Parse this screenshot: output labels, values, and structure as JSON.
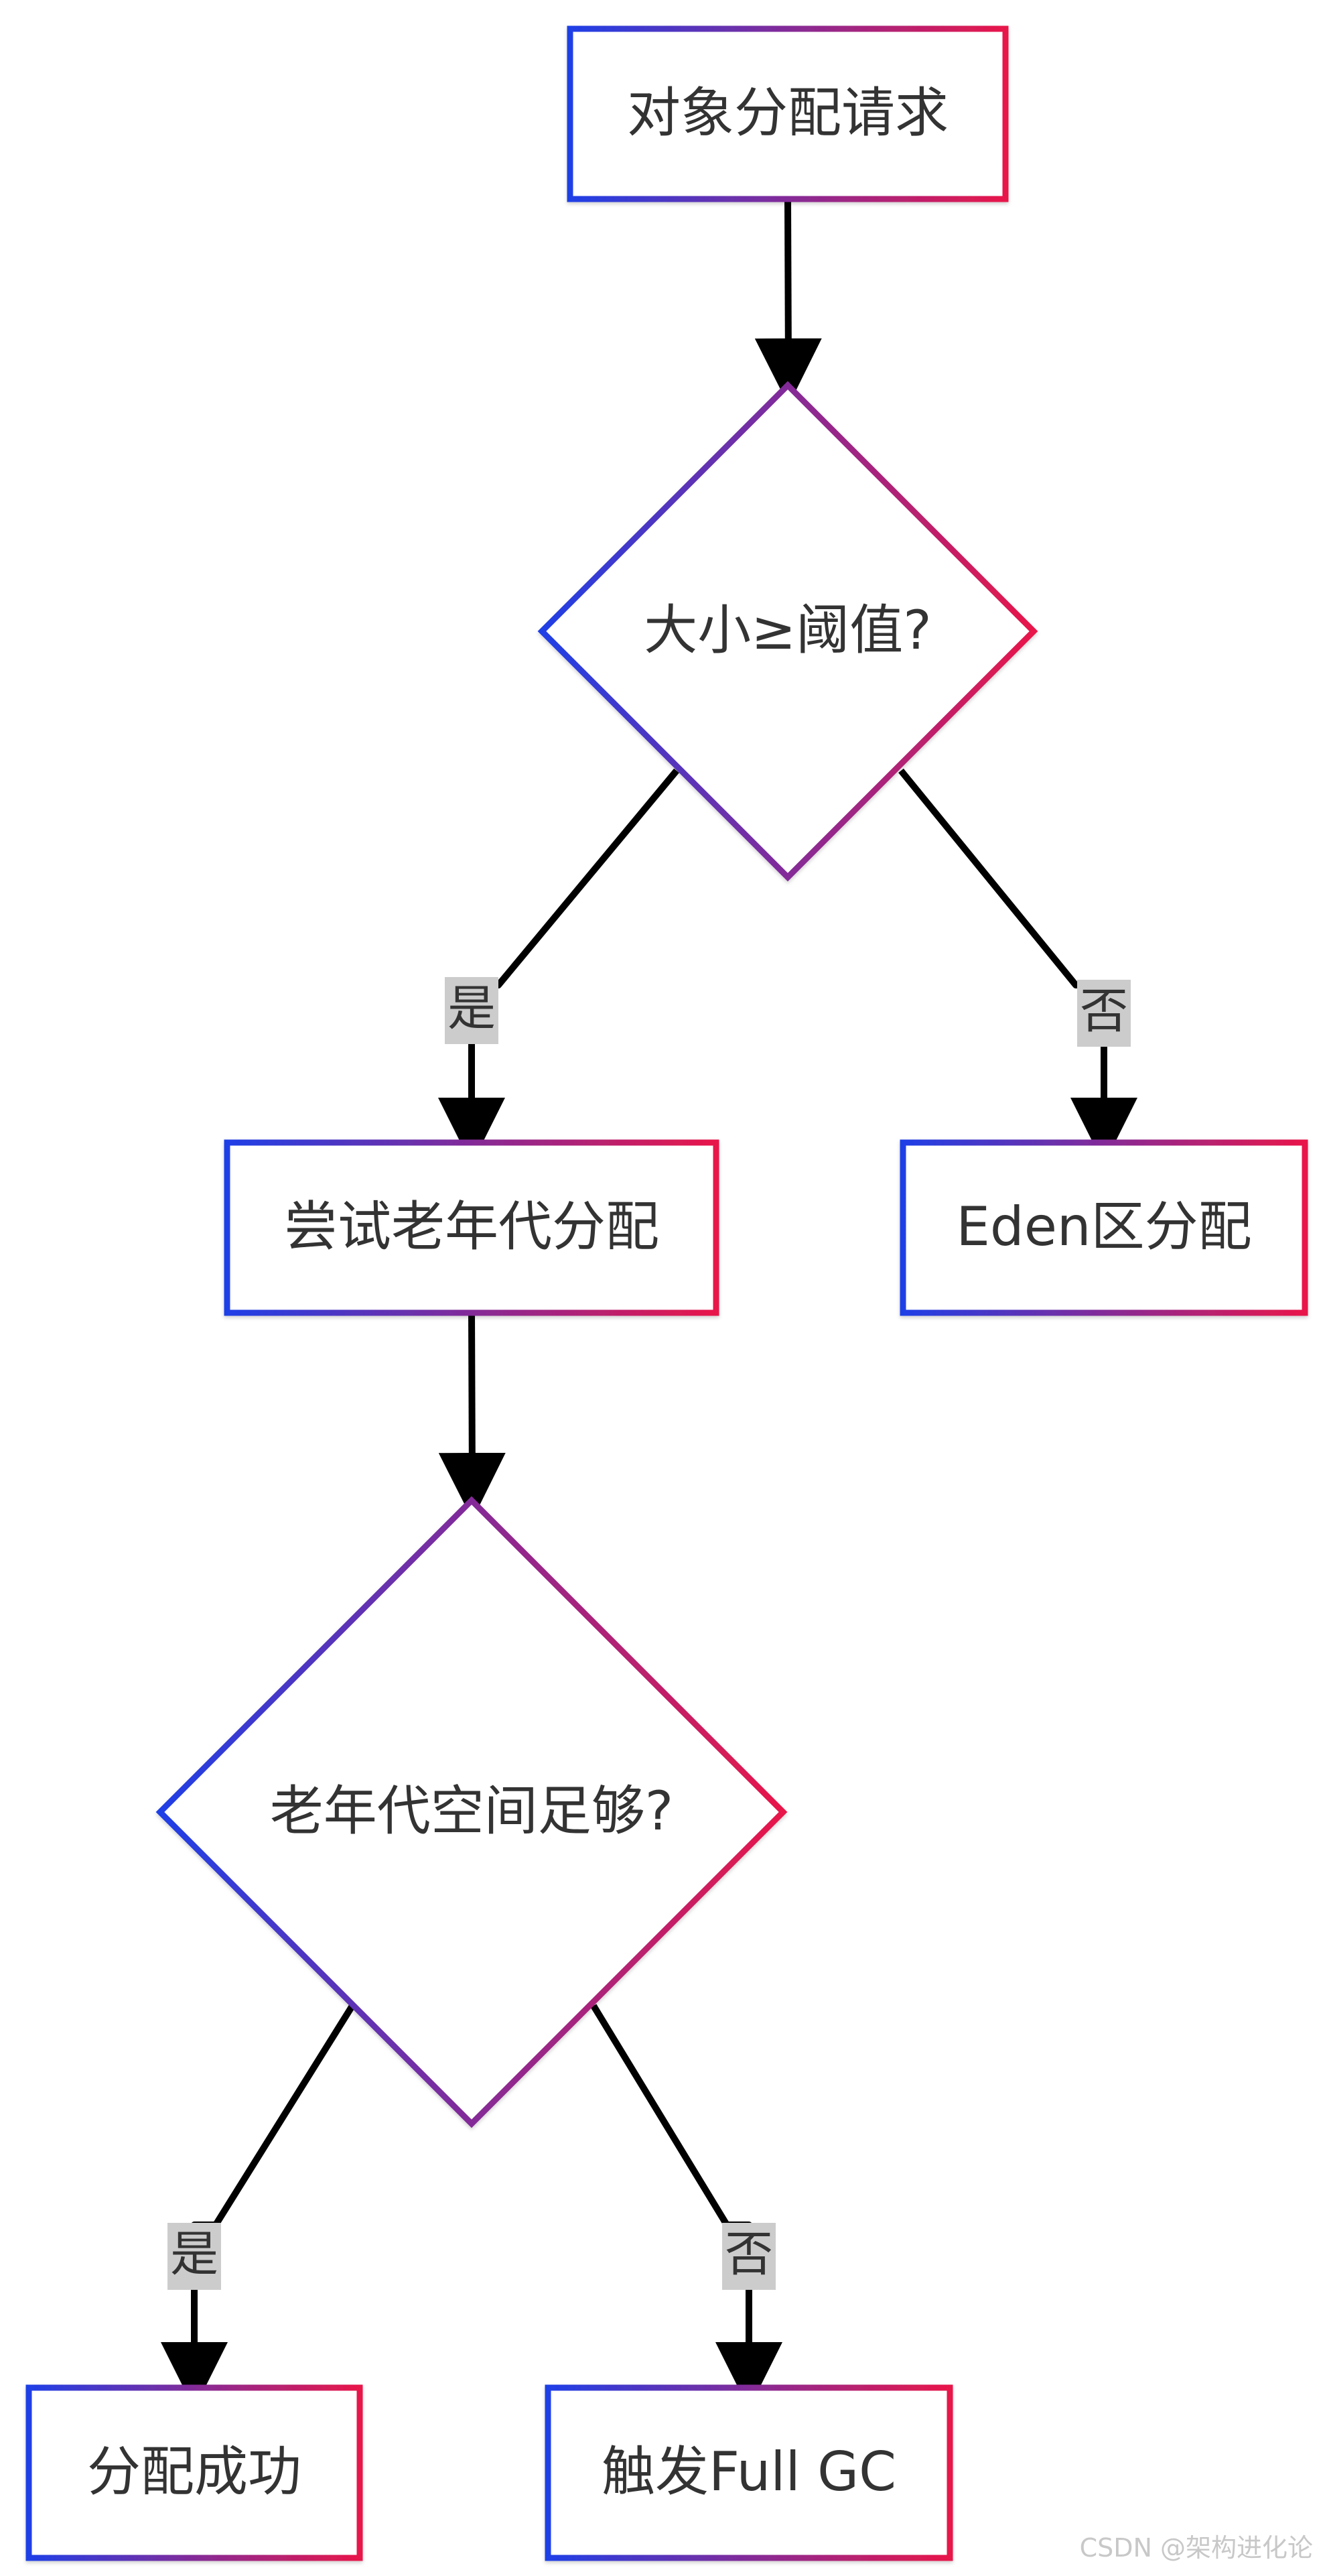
{
  "diagram": {
    "type": "flowchart",
    "colors": {
      "gradient_start": "#1f3fe6",
      "gradient_end": "#e8174a",
      "edge": "#000000",
      "label_bg": "#cccccc",
      "text": "#333333"
    },
    "nodes": [
      {
        "id": "alloc_request",
        "shape": "rect",
        "label": "对象分配请求"
      },
      {
        "id": "size_check",
        "shape": "diamond",
        "label": "大小≥阈值?"
      },
      {
        "id": "try_old_gen",
        "shape": "rect",
        "label": "尝试老年代分配"
      },
      {
        "id": "eden_alloc",
        "shape": "rect",
        "label": "Eden区分配"
      },
      {
        "id": "old_space_check",
        "shape": "diamond",
        "label": "老年代空间足够?"
      },
      {
        "id": "alloc_success",
        "shape": "rect",
        "label": "分配成功"
      },
      {
        "id": "full_gc",
        "shape": "rect",
        "label": "触发Full GC"
      }
    ],
    "edges": [
      {
        "from": "alloc_request",
        "to": "size_check",
        "label": ""
      },
      {
        "from": "size_check",
        "to": "try_old_gen",
        "label": "是"
      },
      {
        "from": "size_check",
        "to": "eden_alloc",
        "label": "否"
      },
      {
        "from": "try_old_gen",
        "to": "old_space_check",
        "label": ""
      },
      {
        "from": "old_space_check",
        "to": "alloc_success",
        "label": "是"
      },
      {
        "from": "old_space_check",
        "to": "full_gc",
        "label": "否"
      }
    ]
  },
  "watermark": "CSDN @架构进化论"
}
